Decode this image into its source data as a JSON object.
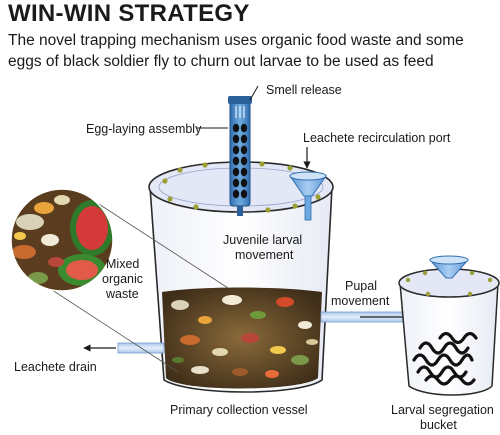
{
  "header": {
    "title": "WIN-WIN STRATEGY",
    "subtitle": "The novel trapping mechanism uses organic food waste and some eggs of black soldier fly to churn out larvae to be used as feed"
  },
  "labels": {
    "smell_release": "Smell release",
    "egg_laying": "Egg-laying assembly",
    "leachete_port_1": "Leachete recirculation port",
    "juvenile_1": "Juvenile larval",
    "juvenile_2": "movement",
    "mixed_1": "Mixed",
    "mixed_2": "organic",
    "mixed_3": "waste",
    "pupal_1": "Pupal",
    "pupal_2": "movement",
    "leachete_drain": "Leachete drain",
    "primary_vessel": "Primary collection vessel",
    "segregation_1": "Larval segregation",
    "segregation_2": "bucket"
  }
}
